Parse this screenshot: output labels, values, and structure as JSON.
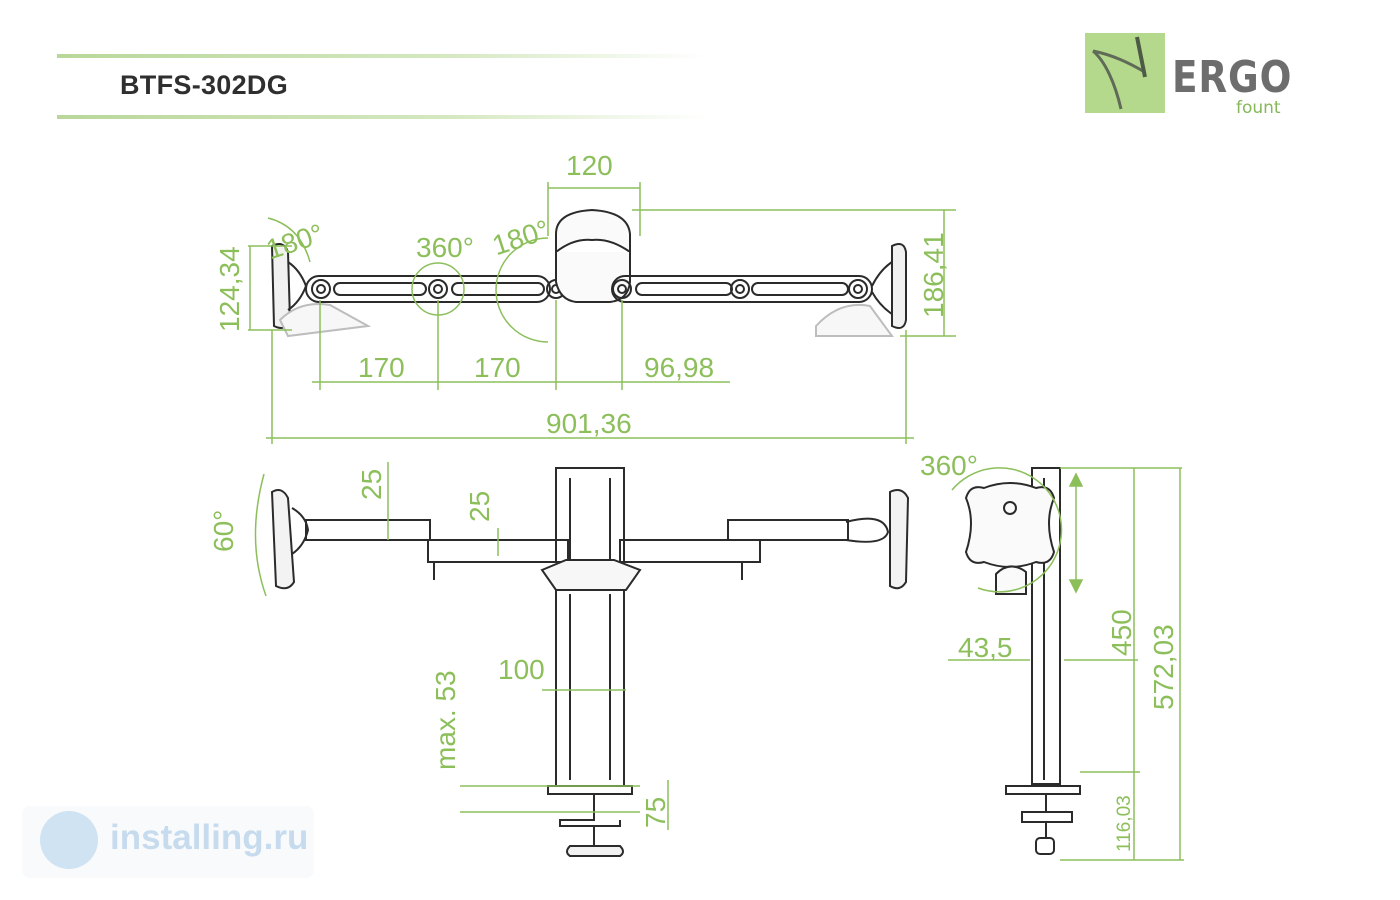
{
  "header": {
    "model": "BTFS-302DG"
  },
  "brand": {
    "name": "ERGO",
    "sub": "fount",
    "accent": "#b5d98c"
  },
  "dimensions": {
    "arm_width": "120",
    "angle_left": "180°",
    "angle_mid": "360°",
    "angle_right": "180°",
    "height_left": "124,34",
    "height_right": "186,41",
    "seg1": "170",
    "seg2": "170",
    "seg3": "96,98",
    "total": "901,36",
    "front_tilt": "60°",
    "front_25a": "25",
    "front_25b": "25",
    "pole_100": "100",
    "clamp_max": "max. 53",
    "clamp_75": "75",
    "side_rot": "360°",
    "side_43": "43,5",
    "side_450": "450",
    "side_572": "572,03",
    "side_116": "116,03"
  },
  "watermark": {
    "text": "installing.ru"
  },
  "colors": {
    "dimension": "#8cbf5a",
    "line": "#2b2b2b"
  }
}
